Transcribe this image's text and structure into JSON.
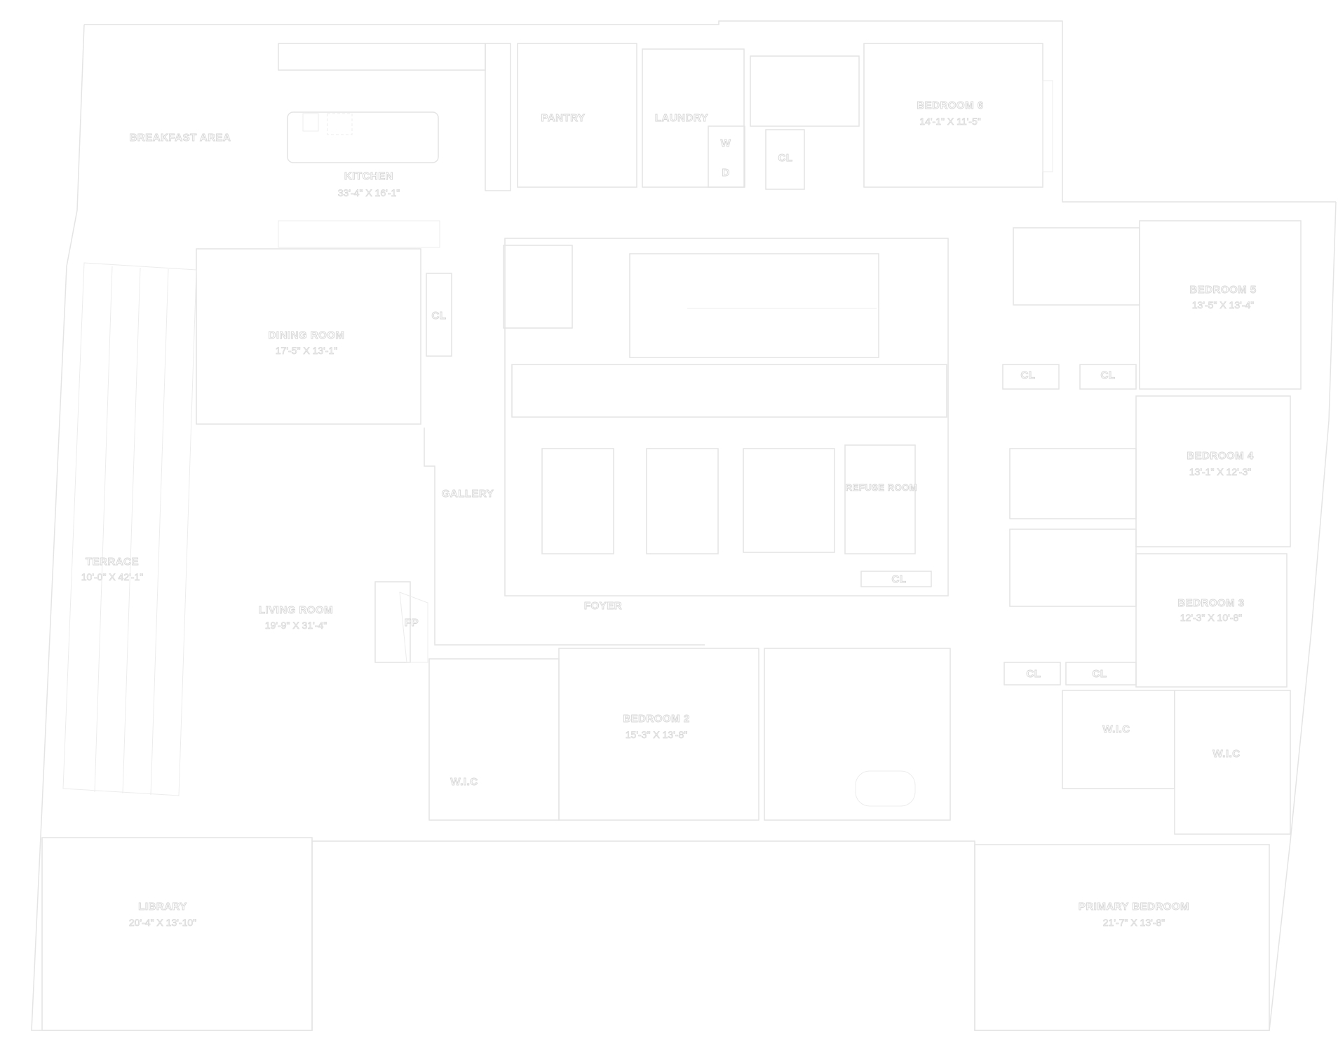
{
  "floor_plan": {
    "rooms": [
      {
        "name": "BREAKFAST AREA",
        "size": ""
      },
      {
        "name": "KITCHEN",
        "size": "33'-4\" X 16'-1\""
      },
      {
        "name": "PANTRY",
        "size": ""
      },
      {
        "name": "LAUNDRY",
        "size": ""
      },
      {
        "name": "W",
        "size": ""
      },
      {
        "name": "D",
        "size": ""
      },
      {
        "name": "BEDROOM 6",
        "size": "14'-1\" X 11'-5\""
      },
      {
        "name": "CL",
        "size": ""
      },
      {
        "name": "BEDROOM 5",
        "size": "13'-5\" X 13'-4\""
      },
      {
        "name": "CL",
        "size": ""
      },
      {
        "name": "CL",
        "size": ""
      },
      {
        "name": "DINING ROOM",
        "size": "17'-5\" X 13'-1\""
      },
      {
        "name": "CL",
        "size": ""
      },
      {
        "name": "GALLERY",
        "size": ""
      },
      {
        "name": "REFUSE ROOM",
        "size": ""
      },
      {
        "name": "BEDROOM 4",
        "size": "13'-1\" X 12'-3\""
      },
      {
        "name": "TERRACE",
        "size": "10'-0\" X 42'-1\""
      },
      {
        "name": "FP",
        "size": ""
      },
      {
        "name": "FOYER",
        "size": ""
      },
      {
        "name": "LIVING ROOM",
        "size": "19'-9\" X 31'-4\""
      },
      {
        "name": "CL",
        "size": ""
      },
      {
        "name": "BEDROOM 3",
        "size": "12'-3\" X 10'-8\""
      },
      {
        "name": "CL",
        "size": ""
      },
      {
        "name": "CL",
        "size": ""
      },
      {
        "name": "BEDROOM 2",
        "size": "15'-3\" X 13'-8\""
      },
      {
        "name": "W.I.C",
        "size": ""
      },
      {
        "name": "W.I.C",
        "size": ""
      },
      {
        "name": "W.I.C",
        "size": ""
      },
      {
        "name": "LIBRARY",
        "size": "20'-4\" X 13'-10\""
      },
      {
        "name": "PRIMARY BEDROOM",
        "size": "21'-7\" X 13'-8\""
      }
    ]
  }
}
